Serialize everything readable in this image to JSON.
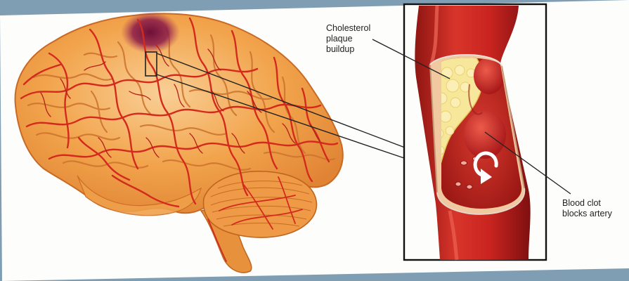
{
  "labels": {
    "plaque": [
      "Cholesterol",
      "plaque",
      "buildup"
    ],
    "clot": [
      "Blood clot",
      "blocks artery"
    ]
  },
  "colors": {
    "background": "#7f9db3",
    "paper": "#fdfdfb",
    "brain": "#f2a44c",
    "brain_light": "#f8c889",
    "brain_edge": "#c96a24",
    "vessel": "#d42a1e",
    "vessel_dark": "#8f1512",
    "artery": "#b81c1c",
    "artery_light": "#e04a3a",
    "plaque": "#f6e79a",
    "plaque_edge": "#e5c55a",
    "stroke_area": "#8a1a4a",
    "line": "#222222"
  },
  "icons": [
    "rotation-arrow-icon"
  ]
}
